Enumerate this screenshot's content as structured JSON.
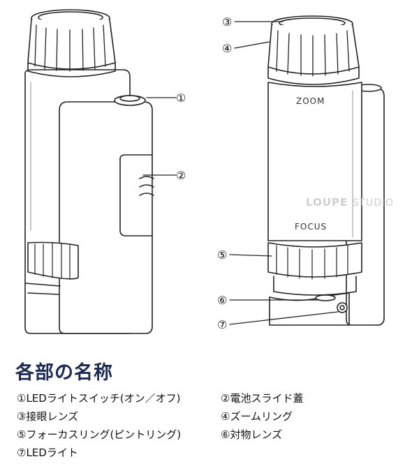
{
  "callouts": {
    "c1": "①",
    "c2": "②",
    "c3": "③",
    "c4": "④",
    "c5": "⑤",
    "c6": "⑥",
    "c7": "⑦"
  },
  "device_labels": {
    "zoom": "ZOOM",
    "focus": "FOCUS"
  },
  "watermark": {
    "brand": "LOUPE",
    "studio": "STUDIO"
  },
  "section_title": "各部の名称",
  "parts": [
    "①LEDライトスイッチ(オン／オフ)",
    "②電池スライド蓋",
    "③接眼レンズ",
    "④ズームリング",
    "⑤フォーカスリング(ピントリング)",
    "⑥対物レンズ",
    "⑦LEDライト"
  ],
  "colors": {
    "title": "#1d2b52",
    "outline": "#222222",
    "watermark": "#cfcfcf"
  }
}
